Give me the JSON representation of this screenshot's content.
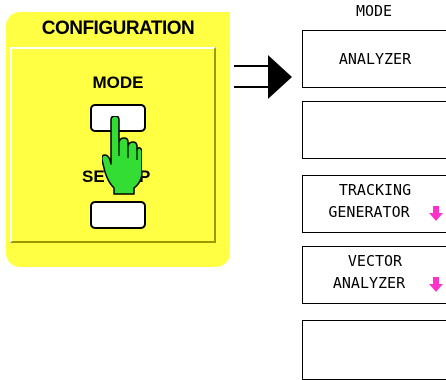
{
  "panel": {
    "title": "CONFIGURATION",
    "mode_key_label": "MODE",
    "setup_key_label_left": "SE",
    "setup_key_label_right": "P",
    "pointer_icon": "hand-pointer-icon"
  },
  "menu": {
    "title": "MODE",
    "softkeys": [
      {
        "line1": "ANALYZER",
        "line2": "",
        "has_submenu": false
      },
      {
        "line1": "",
        "line2": "",
        "has_submenu": false
      },
      {
        "line1": "TRACKING",
        "line2": "GENERATOR",
        "has_submenu": true
      },
      {
        "line1": "VECTOR",
        "line2": "ANALYZER",
        "has_submenu": true
      },
      {
        "line1": "",
        "line2": "",
        "has_submenu": false
      }
    ]
  },
  "colors": {
    "panel_yellow": "#ffff44",
    "hand_green": "#33dd33",
    "submenu_arrow_magenta": "#ff33cc"
  }
}
